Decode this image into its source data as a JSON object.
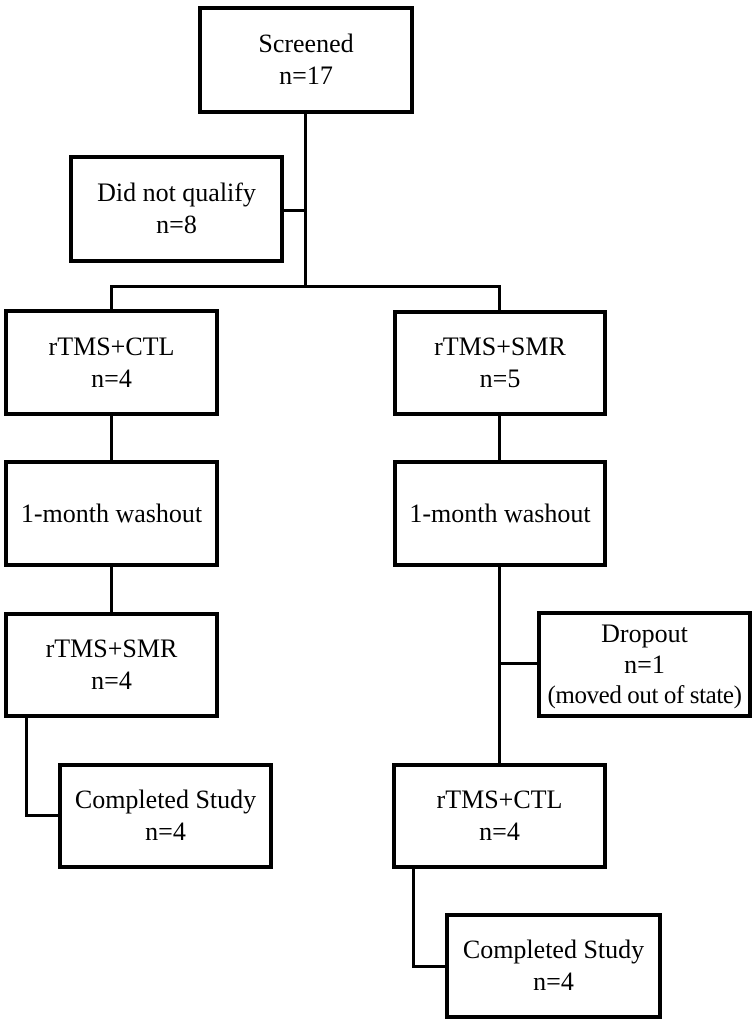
{
  "diagram": {
    "type": "flowchart",
    "colors": {
      "box_border": "#000000",
      "box_fill": "#ffffff",
      "text": "#000000",
      "connector": "#000000",
      "background": "#ffffff"
    },
    "nodes": {
      "screened": {
        "lines": [
          "Screened",
          "n=17"
        ]
      },
      "did_not_qualify": {
        "lines": [
          "Did not qualify",
          "n=8"
        ]
      },
      "arm1_left": {
        "lines": [
          "rTMS+CTL",
          "n=4"
        ]
      },
      "arm1_right": {
        "lines": [
          "rTMS+SMR",
          "n=5"
        ]
      },
      "washout_left": {
        "lines": [
          "1-month washout"
        ]
      },
      "washout_right": {
        "lines": [
          "1-month washout"
        ]
      },
      "arm2_left": {
        "lines": [
          "rTMS+SMR",
          "n=4"
        ]
      },
      "dropout": {
        "lines": [
          "Dropout",
          "n=1",
          "(moved out of state)"
        ]
      },
      "completed_left": {
        "lines": [
          "Completed Study",
          "n=4"
        ]
      },
      "arm2_right": {
        "lines": [
          "rTMS+CTL",
          "n=4"
        ]
      },
      "completed_right": {
        "lines": [
          "Completed Study",
          "n=4"
        ]
      }
    },
    "edges": [
      {
        "from": "screened",
        "to": "did_not_qualify"
      },
      {
        "from": "screened",
        "to": "arm1_left"
      },
      {
        "from": "screened",
        "to": "arm1_right"
      },
      {
        "from": "arm1_left",
        "to": "washout_left"
      },
      {
        "from": "washout_left",
        "to": "arm2_left"
      },
      {
        "from": "arm2_left",
        "to": "completed_left"
      },
      {
        "from": "arm1_right",
        "to": "washout_right"
      },
      {
        "from": "washout_right",
        "to": "dropout"
      },
      {
        "from": "washout_right",
        "to": "arm2_right"
      },
      {
        "from": "arm2_right",
        "to": "completed_right"
      }
    ]
  }
}
